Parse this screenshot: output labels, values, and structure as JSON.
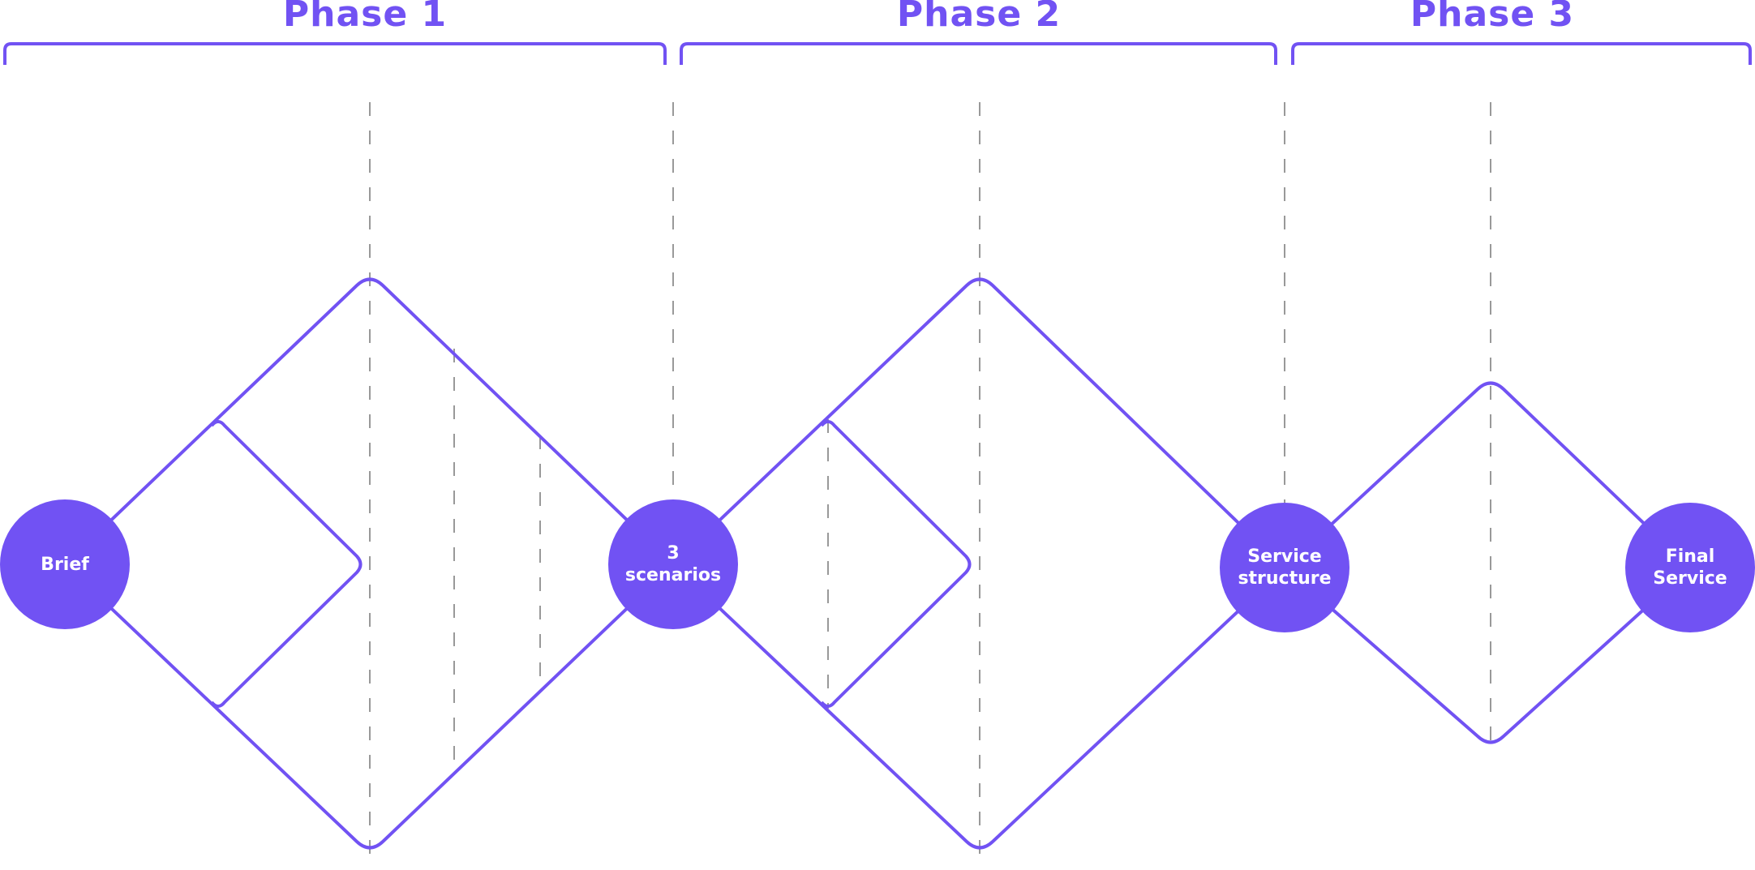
{
  "diagram": {
    "accent_color": "#7152f3",
    "guide_color": "#999999",
    "phases": [
      {
        "label": "Phase 1"
      },
      {
        "label": "Phase 2"
      },
      {
        "label": "Phase 3"
      }
    ],
    "nodes": [
      {
        "lines": [
          "Brief"
        ]
      },
      {
        "lines": [
          "3",
          "scenarios"
        ]
      },
      {
        "lines": [
          "Service",
          "structure"
        ]
      },
      {
        "lines": [
          "Final",
          "Service"
        ]
      }
    ]
  }
}
